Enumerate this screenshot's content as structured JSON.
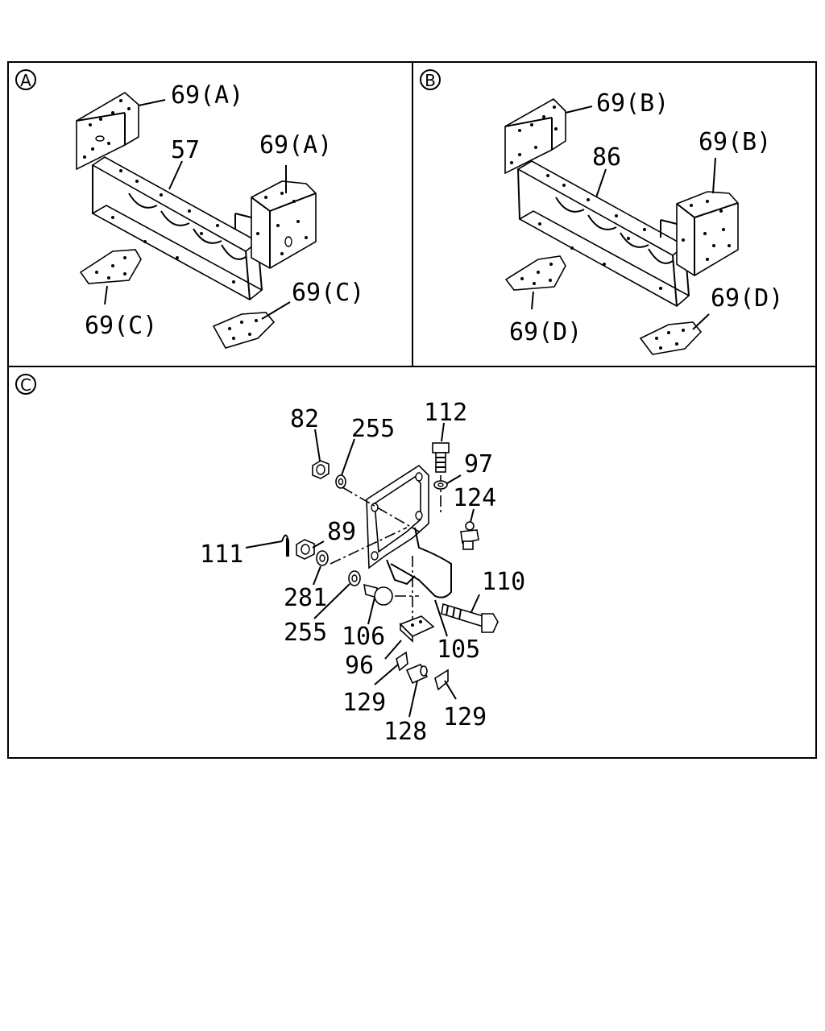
{
  "panels": [
    {
      "letter": "A"
    },
    {
      "letter": "B"
    },
    {
      "letter": "C"
    }
  ],
  "panel_a": {
    "labels": {
      "top_bracket": "69(A)",
      "crossmember": "57",
      "right_bracket": "69(A)",
      "right_plate": "69(C)",
      "left_plate": "69(C)"
    }
  },
  "panel_b": {
    "labels": {
      "top_bracket": "69(B)",
      "crossmember": "86",
      "right_bracket": "69(B)",
      "right_plate": "69(D)",
      "left_plate": "69(D)"
    }
  },
  "panel_c": {
    "labels": {
      "nut_top": "82",
      "washer_top": "255",
      "bolt_top": "112",
      "spring_washer": "97",
      "grease_nipple": "124",
      "nut_mid": "89",
      "cotter_pin": "111",
      "washer_281": "281",
      "washer_bottom": "255",
      "bolt_106": "106",
      "bolt_110": "110",
      "bracket_105": "105",
      "plate_96": "96",
      "cap_left": "129",
      "pin_128": "128",
      "cap_right": "129"
    }
  }
}
